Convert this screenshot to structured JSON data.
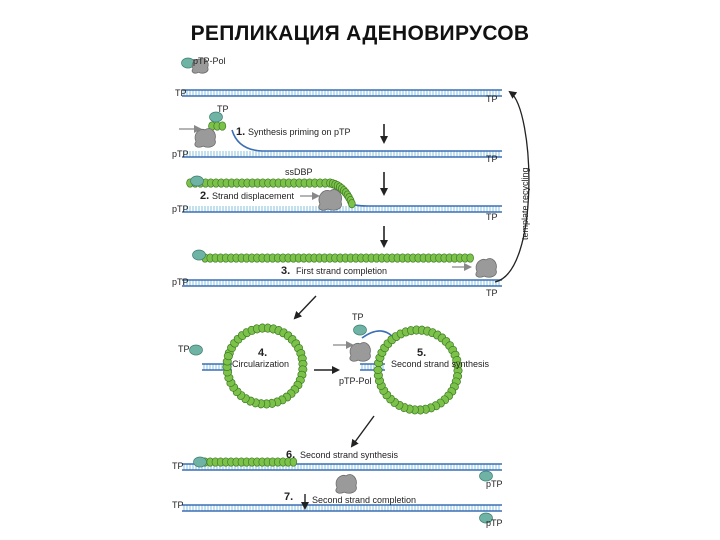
{
  "title": "РЕПЛИКАЦИЯ АДЕНОВИРУСОВ",
  "labels": {
    "ptp_pol": "pTP-Pol",
    "tp": "TP",
    "ptp": "pTP",
    "ssdbp": "ssDBP",
    "template_recycling": "template recycling"
  },
  "steps": [
    {
      "num": "1.",
      "caption": "Synthesis priming on pTP"
    },
    {
      "num": "2.",
      "caption": "Strand displacement"
    },
    {
      "num": "3.",
      "caption": "First strand completion"
    },
    {
      "num": "4.",
      "caption": "Circularization"
    },
    {
      "num": "5.",
      "caption": "Second strand synthesis"
    },
    {
      "num": "6.",
      "caption": "Second strand synthesis"
    },
    {
      "num": "7.",
      "caption": "Second strand completion"
    }
  ],
  "colors": {
    "dna_strand": "#3b6fb5",
    "dna_rung": "#a7d4e3",
    "ssdbp_bead": "#7cc24a",
    "ssdbp_edge": "#3d7a22",
    "tp_protein": "#6fb3a5",
    "polymerase": "#9a9a9a",
    "arrow": "#222222"
  }
}
